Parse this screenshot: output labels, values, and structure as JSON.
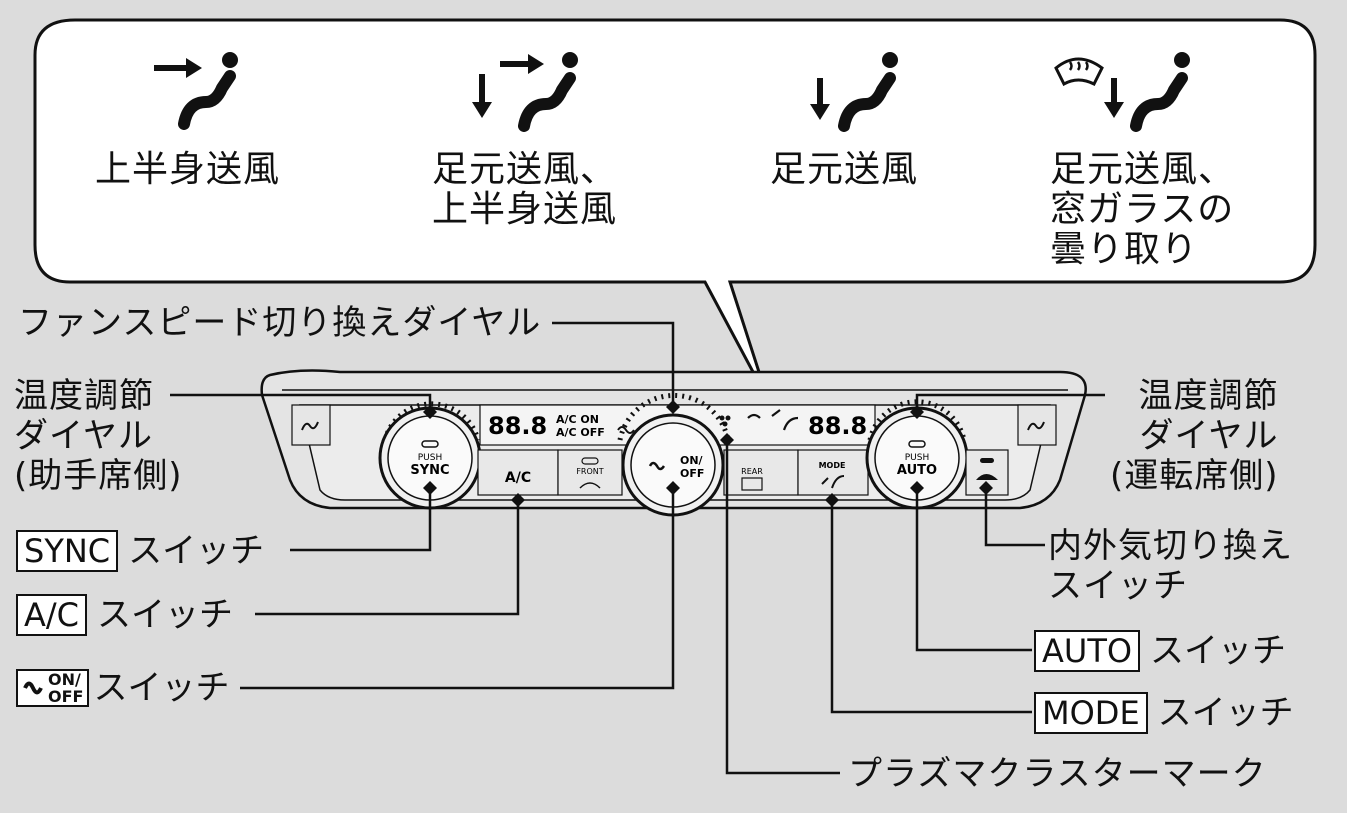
{
  "modes": [
    {
      "icon": "upper-body-airflow-icon",
      "label": "上半身送風"
    },
    {
      "icon": "foot-and-upper-airflow-icon",
      "label": "足元送風、\n上半身送風"
    },
    {
      "icon": "foot-airflow-icon",
      "label": "足元送風"
    },
    {
      "icon": "foot-and-defrost-airflow-icon",
      "label": "足元送風、\n窓ガラスの\n曇り取り"
    }
  ],
  "labels": {
    "fan_speed_dial": "ファンスピード切り換えダイヤル",
    "temp_dial_passenger": "温度調節\nダイヤル\n(助手席側)",
    "temp_dial_driver": "温度調節\nダイヤル\n(運転席側)",
    "recirculation_switch": "内外気切り換え\nスイッチ",
    "plasmacluster_mark": "プラズマクラスターマーク"
  },
  "switches": {
    "sync_key": "SYNC",
    "ac_key": "A/C",
    "fan_on": "ON/",
    "fan_off": "OFF",
    "auto_key": "AUTO",
    "mode_key": "MODE",
    "suffix": "スイッチ"
  },
  "panel": {
    "temp_left": "88.8",
    "temp_right": "88.8",
    "ac_on": "A/C ON",
    "ac_off": "A/C OFF",
    "push": "PUSH",
    "sync": "SYNC",
    "auto": "AUTO",
    "ac_button": "A/C",
    "front": "FRONT",
    "rear": "REAR",
    "mode": "MODE",
    "fan_on": "ON/",
    "fan_off": "OFF"
  }
}
